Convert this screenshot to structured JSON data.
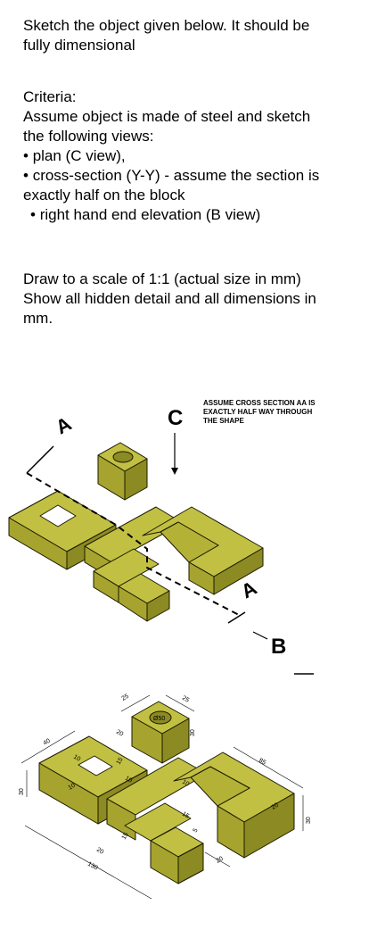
{
  "instructions": {
    "intro_line1": "Sketch the object given below. It should be",
    "intro_line2": "fully dimensional",
    "criteria_heading": "Criteria:",
    "criteria_line1": "Assume object is made of steel and sketch",
    "criteria_line2": "the following views:",
    "view_plan": "plan (C view),",
    "view_section_line1": "cross-section (Y-Y) - assume the section is",
    "view_section_line2": "exactly half on the block",
    "view_end": "right hand end elevation (B view)",
    "scale_line1": "Draw to a scale of 1:1 (actual size in mm)",
    "scale_line2": "Show all hidden detail and all dimensions in",
    "scale_line3": "mm."
  },
  "figure_top": {
    "label_a_left": "A",
    "label_c": "C",
    "label_a_right": "A",
    "label_b": "B",
    "note_line1": "ASSUME CROSS SECTION AA IS",
    "note_line2": "EXACTLY HALF WAY THROUGH",
    "note_line3": "THE SHAPE"
  },
  "figure_bottom": {
    "dims": {
      "d25a": "25",
      "d25b": "25",
      "d50": "Ø50",
      "d30a": "30",
      "d40": "40",
      "d20a": "20",
      "d10a": "10",
      "d10b": "10",
      "d10c": "10",
      "d10d": "10",
      "d15a": "15",
      "d15b": "15",
      "d5": "5",
      "d85": "85",
      "d20b": "20",
      "d20c": "20",
      "d30b": "30",
      "d30c": "30",
      "d20d": "20",
      "d130": "130",
      "d15c": "15"
    }
  },
  "colors": {
    "face_top": "#c2c043",
    "face_left": "#a6a42e",
    "face_right": "#8c8a22",
    "edge": "#1a1a00"
  }
}
